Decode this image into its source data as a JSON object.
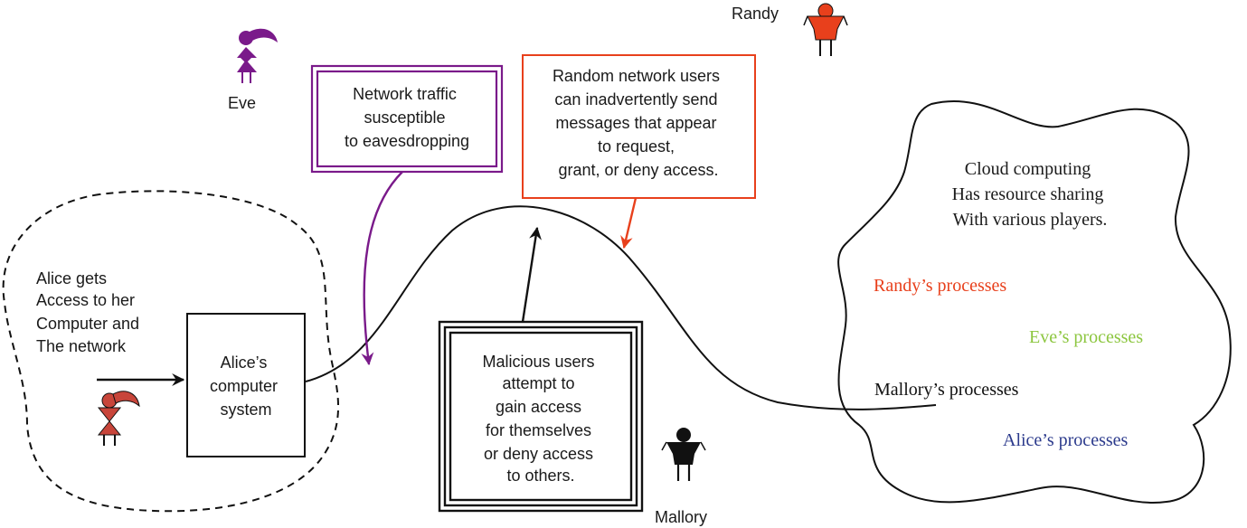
{
  "people": {
    "randy": {
      "name": "Randy",
      "color": "#e8401c"
    },
    "eve": {
      "name": "Eve",
      "color": "#7a1a8a"
    },
    "alice": {
      "color": "#c8453a"
    },
    "mallory": {
      "name": "Mallory",
      "color": "#111111"
    }
  },
  "boxes": {
    "eve_box": {
      "lines": [
        "Network traffic",
        "susceptible",
        "to eavesdropping"
      ],
      "color": "#7a1a8a"
    },
    "randy_box": {
      "lines": [
        "Random network users",
        "can inadvertently send",
        "messages that appear",
        "to request,",
        "grant, or deny access."
      ],
      "color": "#e8401c"
    },
    "alice_system": {
      "lines": [
        "Alice’s",
        "computer",
        "system"
      ]
    },
    "mallory_box": {
      "lines": [
        "Malicious users",
        "attempt to",
        "gain access",
        "for themselves",
        "or deny access",
        "to others."
      ]
    }
  },
  "alice_note": {
    "lines": [
      "Alice gets",
      "Access to her",
      "Computer and",
      "The network"
    ]
  },
  "cloud": {
    "lines": [
      "Cloud computing",
      "Has resource sharing",
      "With various players."
    ],
    "processes": [
      {
        "label": "Randy’s processes",
        "color": "#e8401c"
      },
      {
        "label": "Eve’s processes",
        "color": "#8cc63f"
      },
      {
        "label": "Mallory’s processes",
        "color": "#111111"
      },
      {
        "label": "Alice’s processes",
        "color": "#2b3a8c"
      }
    ]
  }
}
